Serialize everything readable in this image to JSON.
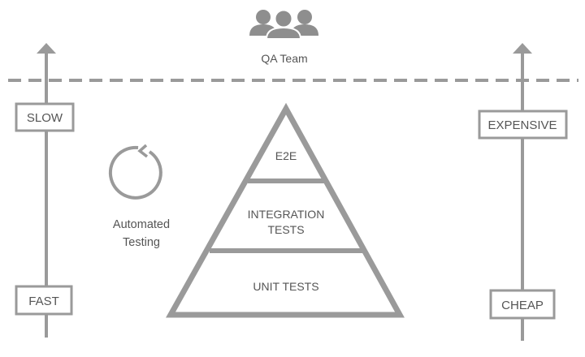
{
  "colors": {
    "stroke": "#9a9a9a",
    "text": "#555555",
    "background": "#ffffff"
  },
  "team": {
    "label": "QA Team",
    "icon": "people-group-icon"
  },
  "left_axis": {
    "top_label": "SLOW",
    "bottom_label": "FAST"
  },
  "right_axis": {
    "top_label": "EXPENSIVE",
    "bottom_label": "CHEAP"
  },
  "automation": {
    "icon": "cycle-arrow-icon",
    "label_line1": "Automated",
    "label_line2": "Testing"
  },
  "pyramid": {
    "top": "E2E",
    "middle_line1": "INTEGRATION",
    "middle_line2": "TESTS",
    "bottom": "UNIT TESTS"
  }
}
